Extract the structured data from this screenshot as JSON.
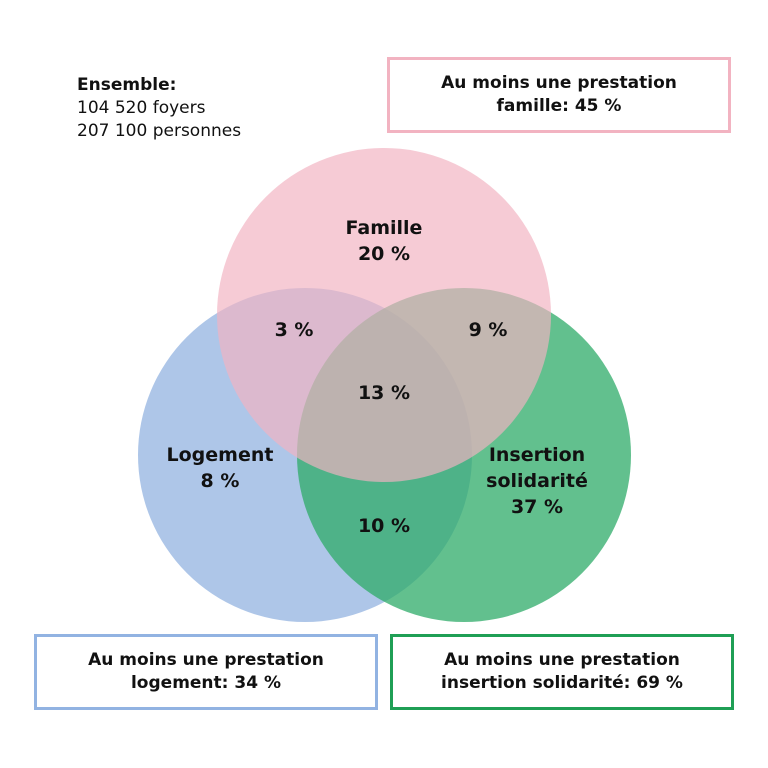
{
  "summary": {
    "title": "Ensemble:",
    "households": "104 520 foyers",
    "people": "207 100 personnes"
  },
  "sets": {
    "famille": {
      "name": "Famille",
      "value": "20 %",
      "color": "#f2b3c1"
    },
    "logement": {
      "name": "Logement",
      "value": "8 %",
      "color": "#aec6e8"
    },
    "insertion": {
      "name_line1": "Insertion",
      "name_line2": "solidarité",
      "value": "37 %",
      "color": "#2eab68"
    }
  },
  "intersections": {
    "famille_logement": "3 %",
    "famille_insertion": "9 %",
    "all_three": "13 %",
    "logement_insertion": "10 %"
  },
  "boxes": {
    "famille": {
      "line1": "Au moins une prestation",
      "line2": "famille: 45 %",
      "color": "#f2b3c1"
    },
    "logement": {
      "line1": "Au moins une prestation",
      "line2": "logement: 34 %",
      "color": "#92b3e2"
    },
    "insertion": {
      "line1": "Au moins une prestation",
      "line2": "insertion solidarité: 69 %",
      "color": "#1f9f55"
    }
  }
}
